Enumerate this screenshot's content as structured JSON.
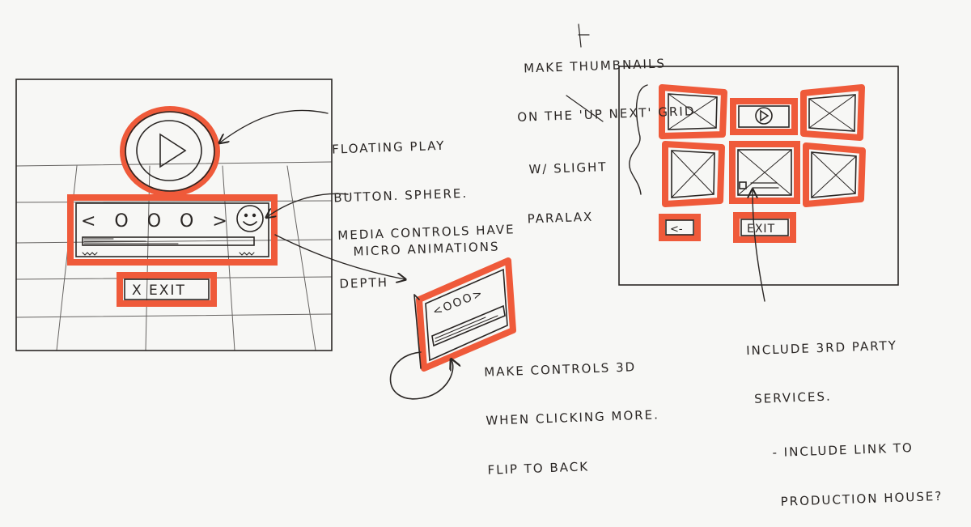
{
  "colors": {
    "ink": "#2a2624",
    "accent": "#ef5a3a",
    "paper": "#f7f7f5"
  },
  "left_sketch": {
    "media_controls": "< O O O >",
    "exit_button": "X EXIT"
  },
  "flip_sketch": {
    "media_controls": "<OOO>"
  },
  "right_sketch": {
    "back_button": "<-",
    "exit_button": "EXIT"
  },
  "notes": {
    "play_button": [
      "FLOATING PLAY",
      "BUTTON. SPHERE.",
      "MICRO ANIMATIONS"
    ],
    "media_controls": [
      "MEDIA CONTROLS HAVE",
      "DEPTH"
    ],
    "controls_3d": [
      "MAKE CONTROLS 3D",
      "WHEN CLICKING MORE.",
      "FLIP TO BACK"
    ],
    "thumbnails": [
      "MAKE THUMBNAILS",
      "ON THE 'UP NEXT' GRID",
      "W/ SLIGHT",
      "PARALAX"
    ],
    "third_party": [
      "INCLUDE 3RD PARTY",
      "SERVICES.",
      "- INCLUDE LINK TO",
      "PRODUCTION HOUSE?"
    ]
  }
}
